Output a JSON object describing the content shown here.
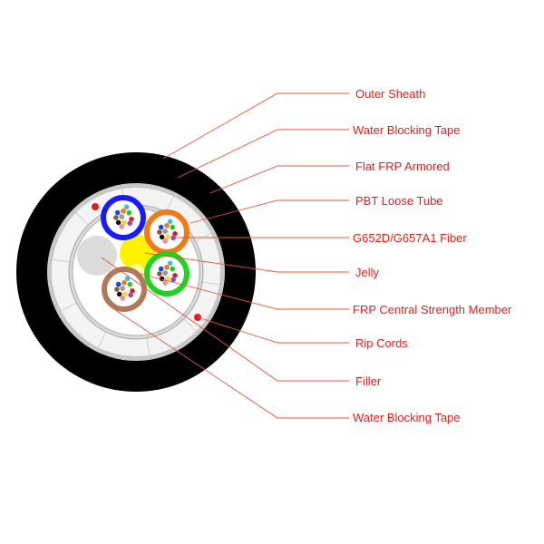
{
  "colors": {
    "label_text": "#e0201c",
    "leader_line": "#e8553a",
    "outer_sheath": "#000000",
    "armor_ring": "#c8c8c8",
    "water_tape": "#d9d9d9",
    "inner_sheath": "#ffffff",
    "rip_cord": "#e21b1b",
    "jelly": "#fff200",
    "filler": "#dcdcdc",
    "tube_blue": "#1a1aff",
    "tube_orange": "#f07a16",
    "tube_green": "#21d321",
    "tube_brown": "#b07a5a"
  },
  "fiber_colors": [
    "#1a44d6",
    "#f07a16",
    "#2fbf2f",
    "#8b5a3c",
    "#9a9a9a",
    "#ffffff",
    "#e21b1b",
    "#111111",
    "#f4e11a",
    "#a040c0",
    "#f58ab0",
    "#32c8d0"
  ],
  "labels": [
    "Outer Sheath",
    "Water Blocking Tape",
    "Flat FRP Armored",
    "PBT Loose Tube",
    "G652D/G657A1 Fiber",
    "Jelly",
    "FRP Central Strength Member",
    "Rip Cords",
    "Filler",
    "Water Blocking Tape"
  ]
}
